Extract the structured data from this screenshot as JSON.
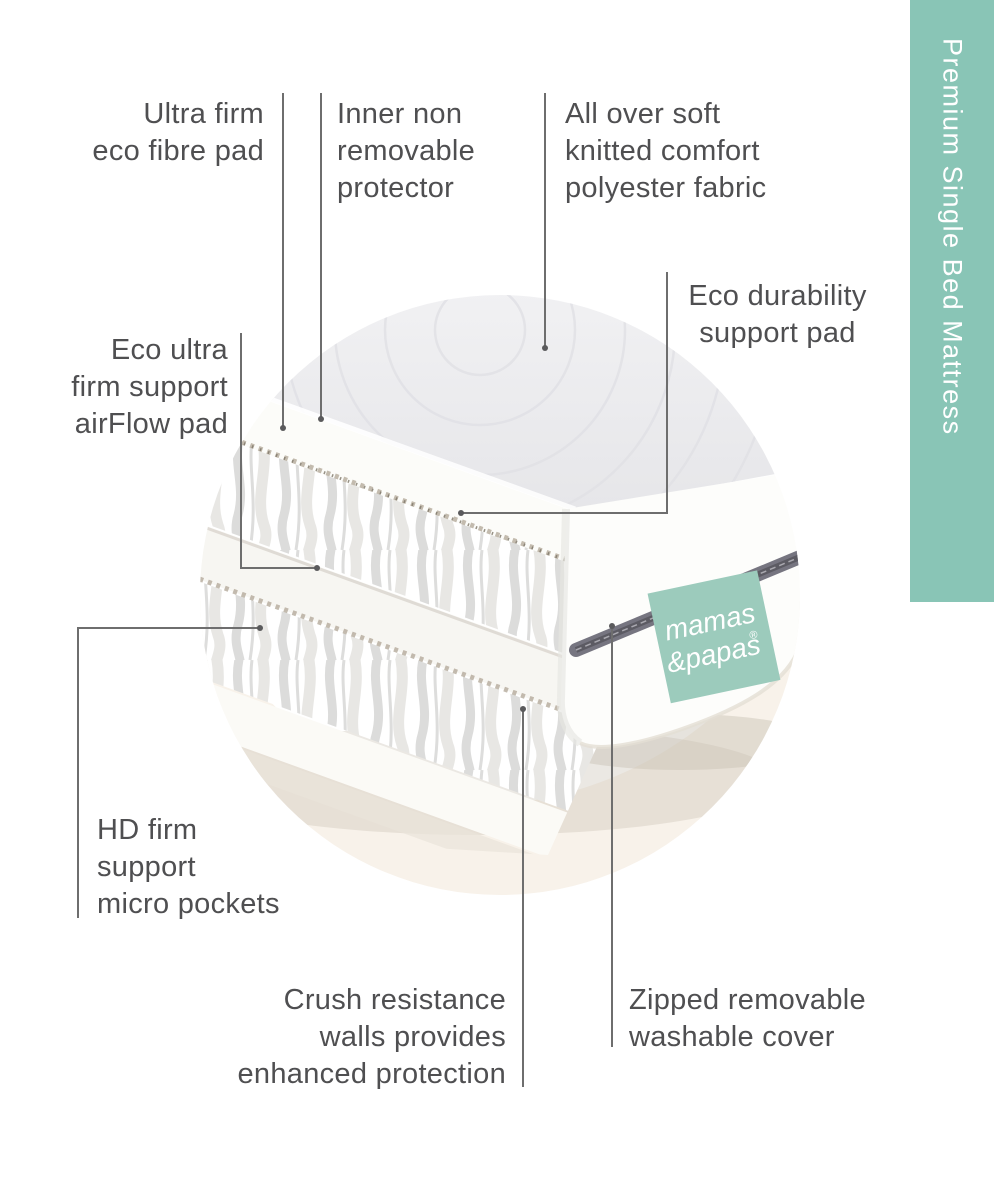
{
  "banner": {
    "text": "Premium Single Bed Mattress",
    "bg_color": "#89c5b6",
    "text_color": "#ffffff"
  },
  "photo": {
    "description": "circular cutaway photo of mattress corner",
    "tag": {
      "line1": "mamas",
      "line2": "&papas",
      "registered_mark": "®",
      "bg_color": "#9ccbbc",
      "text_color": "#ffffff"
    },
    "zipper_color": "#767580",
    "floor_color": "#f8f2ea"
  },
  "labels": {
    "ultra_firm": {
      "text": "Ultra firm\neco fibre pad"
    },
    "inner_protector": {
      "text": "Inner non\nremovable\nprotector"
    },
    "all_over_soft": {
      "text": "All over soft\nknitted comfort\npolyester fabric"
    },
    "eco_durability": {
      "text": "Eco durability\nsupport pad"
    },
    "eco_ultra": {
      "text": "Eco ultra\nfirm support\nairFlow pad"
    },
    "hd_firm": {
      "text": "HD firm\nsupport\nmicro pockets"
    },
    "crush_resistance": {
      "text": "Crush resistance\nwalls provides\nenhanced protection"
    },
    "zipped_cover": {
      "text": "Zipped removable\nwashable cover"
    }
  },
  "colors": {
    "label_text": "#4f4f51",
    "leader_line": "#6e6e6e"
  }
}
